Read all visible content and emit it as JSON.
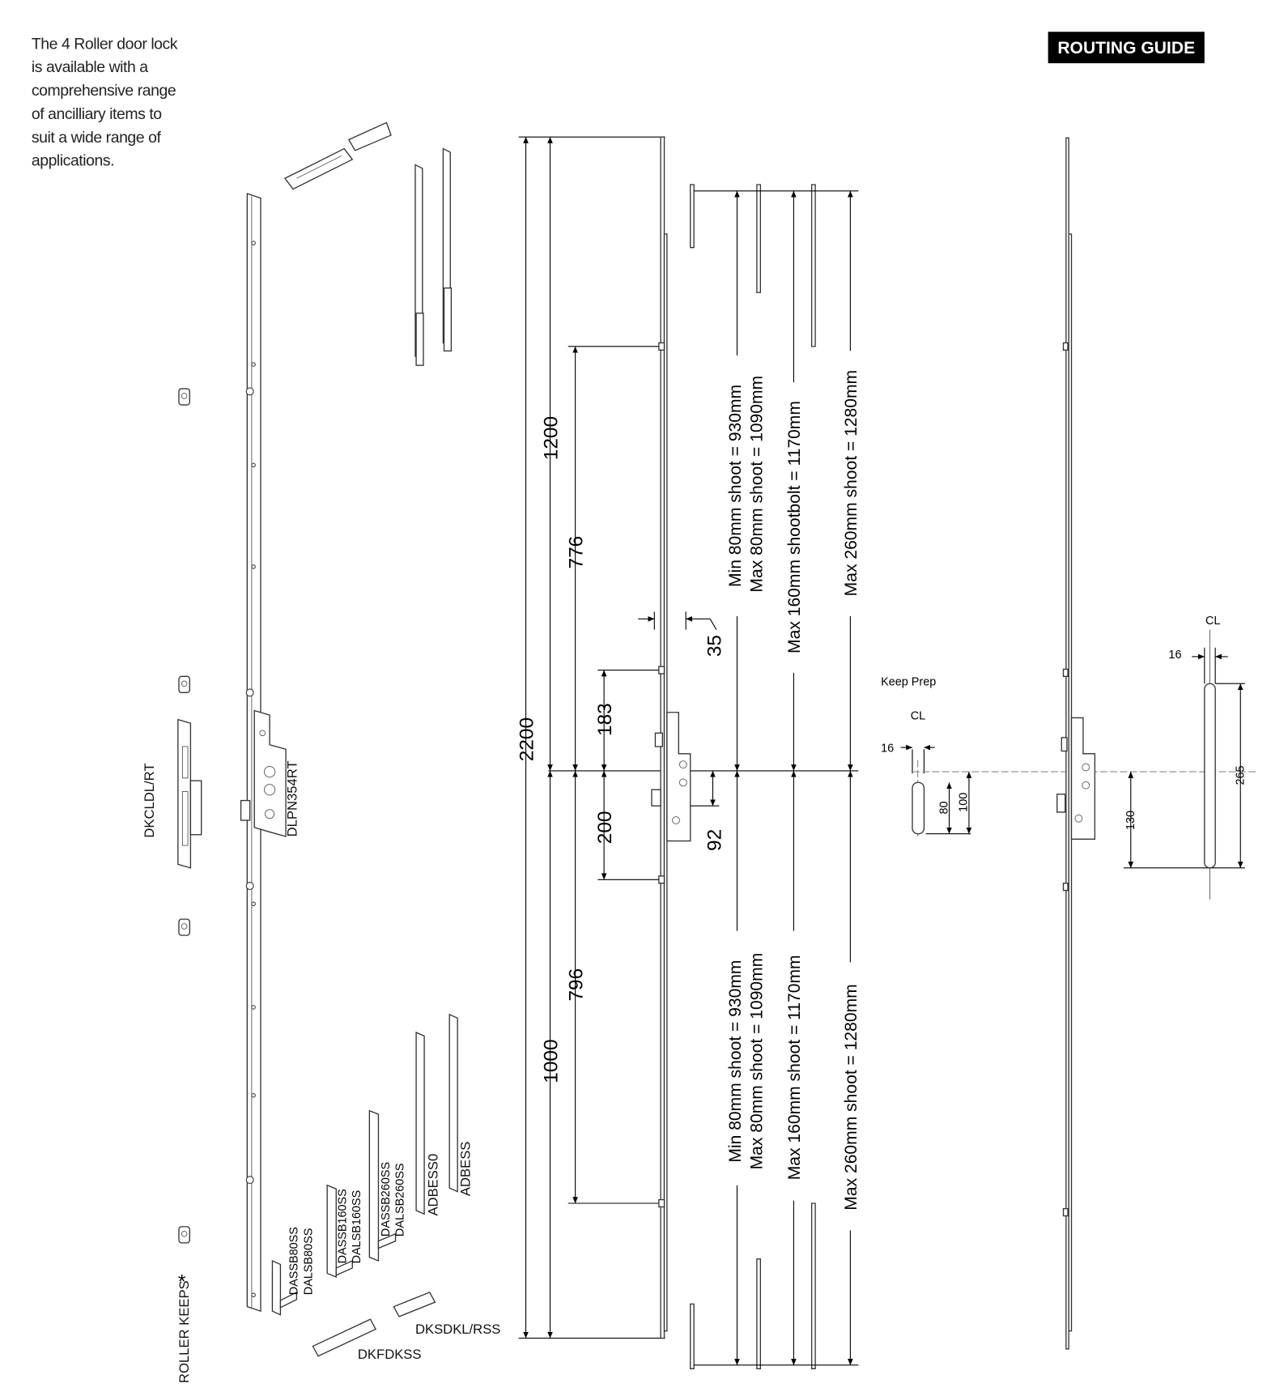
{
  "intro": {
    "lines": [
      "The 4 Roller door lock",
      "is available with a",
      "comprehensive range",
      "of ancilliary items to",
      "suit a wide range of",
      "applications."
    ]
  },
  "badge": "ROUTING GUIDE",
  "parts": {
    "dkcldl": "DKCLDL/RT",
    "dlpn": "DLPN354RT",
    "roller_keeps": "ROLLER KEEPS",
    "asterisk": "*",
    "dassb80": "DASSB80SS",
    "dalsb80": "DALSB80SS",
    "dassb160": "DASSB160SS",
    "dalsb160": "DALSB160SS",
    "dassb260": "DASSB260SS",
    "dalsb260": "DALSB260SS",
    "adbess0": "ADBESS0",
    "adbess": "ADBESS",
    "dksdkl": "DKSDKL/RSS",
    "dkfdkss": "DKFDKSS"
  },
  "dims": {
    "d2200": "2200",
    "d1200": "1200",
    "d1000": "1000",
    "d776": "776",
    "d796": "796",
    "d183": "183",
    "d200": "200",
    "d35": "35",
    "d92": "92"
  },
  "shoot_upper": [
    "Min 80mm shoot = 930mm",
    "Max 80mm shoot = 1090mm",
    "Max 160mm shootbolt = 1170mm",
    "Max 260mm shoot = 1280mm"
  ],
  "shoot_lower": [
    "Min 80mm shoot = 930mm",
    "Max 80mm shoot = 1090mm",
    "Max 160mm shoot = 1170mm",
    "Max 260mm shoot = 1280mm"
  ],
  "keep_prep": {
    "title": "Keep Prep",
    "cl": "CL",
    "w": "16",
    "h80": "80",
    "h100": "100"
  },
  "routing": {
    "cl": "CL",
    "w": "16",
    "h130": "130",
    "h265": "265"
  }
}
